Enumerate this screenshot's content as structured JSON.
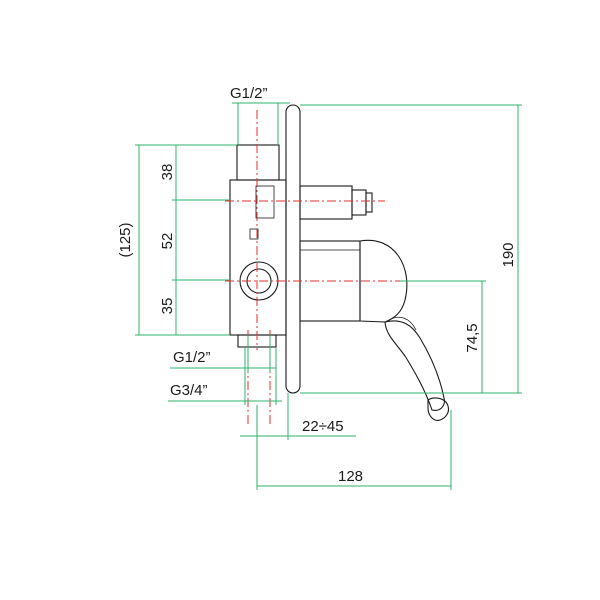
{
  "drawing": {
    "labels": {
      "g12_top": "G1/2”",
      "g12_bottom": "G1/2”",
      "g34": "G3/4”",
      "d38": "38",
      "d52": "52",
      "d35": "35",
      "d125": "(125)",
      "d190": "190",
      "d745": "74,5",
      "d2245": "22÷45",
      "d128": "128"
    },
    "colors": {
      "outline": "#1a1a1a",
      "dimension": "#2fb36a",
      "centerline": "#e0312b"
    }
  }
}
